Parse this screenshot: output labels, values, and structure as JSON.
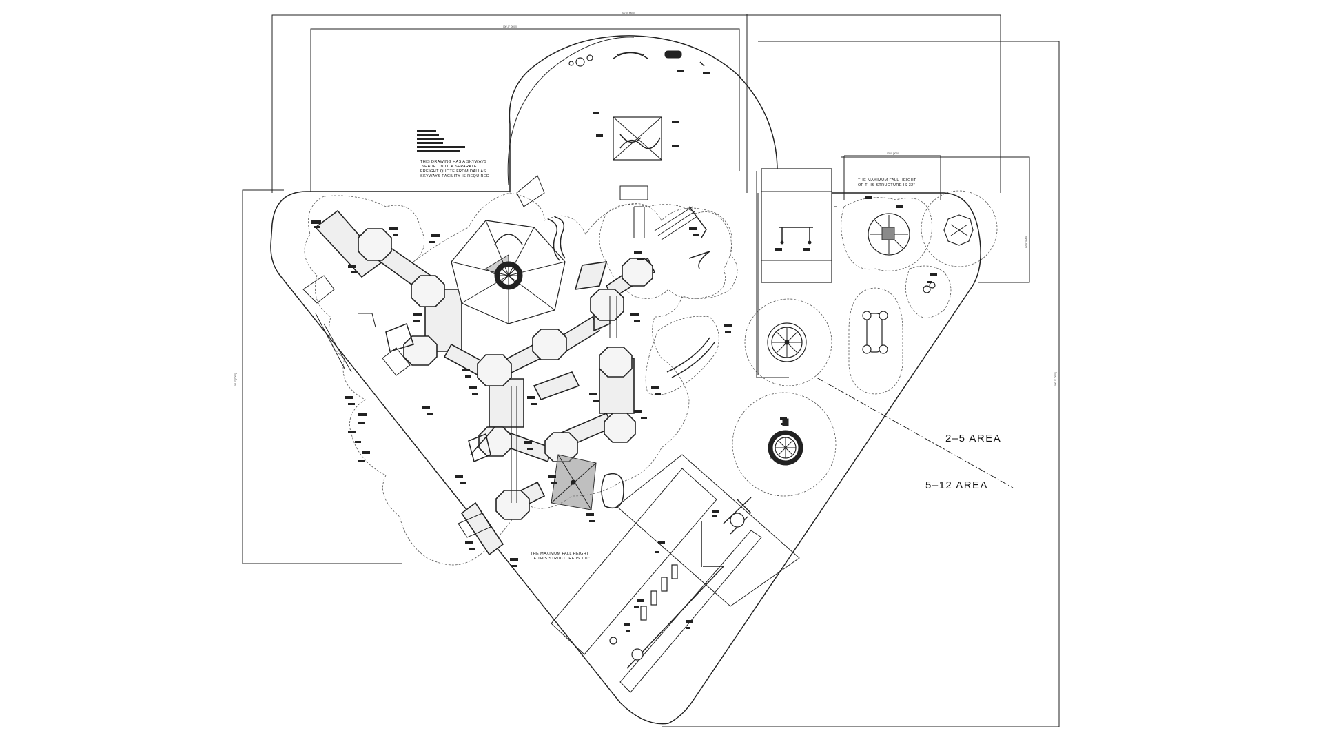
{
  "plan_labels": {
    "area_2_5": "2–5 AREA",
    "area_5_12": "5–12 AREA"
  },
  "notes": {
    "skyways_notice": [
      "THIS DRAWING HAS A SKYWAYS",
      "SHADE ON IT, A SEPARATE",
      "FREIGHT QUOTE FROM DALLAS",
      "SKYWAYS FACILITY IS REQUIRED"
    ],
    "fall_height_large": [
      "THE MAXIMUM FALL HEIGHT",
      "OF THIS STRUCTURE IS 100\""
    ],
    "fall_height_small": [
      "THE MAXIMUM FALL HEIGHT",
      "OF THIS STRUCTURE IS 32\""
    ]
  }
}
